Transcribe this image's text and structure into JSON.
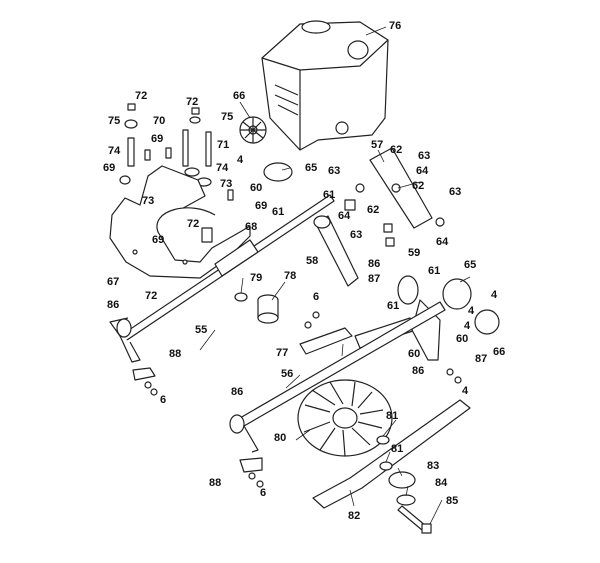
{
  "diagram": {
    "callouts": [
      {
        "id": "c76",
        "text": "76"
      },
      {
        "id": "c66a",
        "text": "66"
      },
      {
        "id": "c72a",
        "text": "72"
      },
      {
        "id": "c75a",
        "text": "75"
      },
      {
        "id": "c72b",
        "text": "72"
      },
      {
        "id": "c75b",
        "text": "75"
      },
      {
        "id": "c70",
        "text": "70"
      },
      {
        "id": "c71",
        "text": "71"
      },
      {
        "id": "c74a",
        "text": "74"
      },
      {
        "id": "c69a",
        "text": "69"
      },
      {
        "id": "c69b",
        "text": "69"
      },
      {
        "id": "c74b",
        "text": "74"
      },
      {
        "id": "c73a",
        "text": "73"
      },
      {
        "id": "c73b",
        "text": "73"
      },
      {
        "id": "c4a",
        "text": "4"
      },
      {
        "id": "c65a",
        "text": "65"
      },
      {
        "id": "c60a",
        "text": "60"
      },
      {
        "id": "c61a",
        "text": "61"
      },
      {
        "id": "c69c",
        "text": "69"
      },
      {
        "id": "c61b",
        "text": "61"
      },
      {
        "id": "c57",
        "text": "57"
      },
      {
        "id": "c62a",
        "text": "62"
      },
      {
        "id": "c63a",
        "text": "63"
      },
      {
        "id": "c63b",
        "text": "63"
      },
      {
        "id": "c64a",
        "text": "64"
      },
      {
        "id": "c62b",
        "text": "62"
      },
      {
        "id": "c63c",
        "text": "63"
      },
      {
        "id": "c64b",
        "text": "64"
      },
      {
        "id": "c62c",
        "text": "62"
      },
      {
        "id": "c63d",
        "text": "63"
      },
      {
        "id": "c64c",
        "text": "64"
      },
      {
        "id": "c72c",
        "text": "72"
      },
      {
        "id": "c68",
        "text": "68"
      },
      {
        "id": "c69d",
        "text": "69"
      },
      {
        "id": "c67",
        "text": "67"
      },
      {
        "id": "c72d",
        "text": "72"
      },
      {
        "id": "c58",
        "text": "58"
      },
      {
        "id": "c86a",
        "text": "86"
      },
      {
        "id": "c59",
        "text": "59"
      },
      {
        "id": "c79",
        "text": "79"
      },
      {
        "id": "c78",
        "text": "78"
      },
      {
        "id": "c87a",
        "text": "87"
      },
      {
        "id": "c61c",
        "text": "61"
      },
      {
        "id": "c65b",
        "text": "65"
      },
      {
        "id": "c4b",
        "text": "4"
      },
      {
        "id": "c86b",
        "text": "86"
      },
      {
        "id": "c55",
        "text": "55"
      },
      {
        "id": "c6a",
        "text": "6"
      },
      {
        "id": "c61d",
        "text": "61"
      },
      {
        "id": "c4c",
        "text": "4"
      },
      {
        "id": "c4d",
        "text": "4"
      },
      {
        "id": "c60b",
        "text": "60"
      },
      {
        "id": "c60c",
        "text": "60"
      },
      {
        "id": "c66b",
        "text": "66"
      },
      {
        "id": "c77",
        "text": "77"
      },
      {
        "id": "c87b",
        "text": "87"
      },
      {
        "id": "c86c",
        "text": "86"
      },
      {
        "id": "c4e",
        "text": "4"
      },
      {
        "id": "c88a",
        "text": "88"
      },
      {
        "id": "c6b",
        "text": "6"
      },
      {
        "id": "c56",
        "text": "56"
      },
      {
        "id": "c86d",
        "text": "86"
      },
      {
        "id": "c81a",
        "text": "81"
      },
      {
        "id": "c80",
        "text": "80"
      },
      {
        "id": "c81b",
        "text": "81"
      },
      {
        "id": "c83",
        "text": "83"
      },
      {
        "id": "c88b",
        "text": "88"
      },
      {
        "id": "c6c",
        "text": "6"
      },
      {
        "id": "c84",
        "text": "84"
      },
      {
        "id": "c85",
        "text": "85"
      },
      {
        "id": "c82",
        "text": "82"
      }
    ]
  }
}
